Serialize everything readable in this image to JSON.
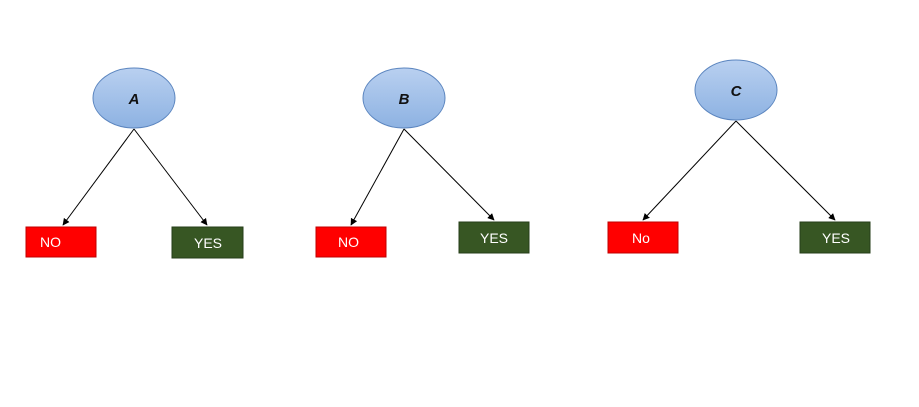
{
  "colors": {
    "node_fill_top": "#b7cff0",
    "node_fill_bottom": "#8fb4e3",
    "node_stroke": "#5b85bf",
    "no_box": "#ff0000",
    "yes_box": "#375623",
    "edge": "#000000"
  },
  "trees": [
    {
      "node": "A",
      "left_leaf": "NO",
      "right_leaf": "YES"
    },
    {
      "node": "B",
      "left_leaf": "NO",
      "right_leaf": "YES"
    },
    {
      "node": "C",
      "left_leaf": "No",
      "right_leaf": "YES"
    }
  ]
}
